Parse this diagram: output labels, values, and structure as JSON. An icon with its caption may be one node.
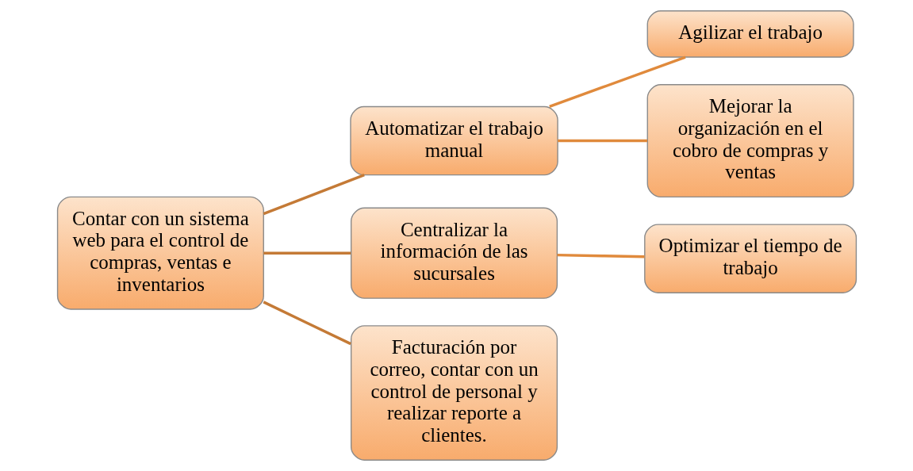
{
  "diagram": {
    "nodes": [
      {
        "text": [
          "Contar con un sistema web para el control de compras, ventas e inventarios"
        ]
      },
      {
        "text": [
          "Automatizar el trabajo manual"
        ]
      },
      {
        "text": [
          "Centralizar la información de las sucursales"
        ]
      },
      {
        "text": [
          "Facturación por correo, contar con un control de personal y realizar reporte a clientes."
        ]
      },
      {
        "text": [
          "Agilizar el trabajo"
        ]
      },
      {
        "text": [
          "Mejorar la organización en el cobro de compras y ventas"
        ]
      },
      {
        "text": [
          "Optimizar el tiempo de trabajo"
        ]
      }
    ],
    "edges": [
      {
        "from": 0,
        "to": 1,
        "arrow": "none"
      },
      {
        "from": 0,
        "to": 2,
        "arrow": "none"
      },
      {
        "from": 0,
        "to": 3,
        "arrow": "none"
      },
      {
        "from": 1,
        "to": 4,
        "arrow": "none",
        "color": "#e08a3c"
      },
      {
        "from": 1,
        "to": 5,
        "arrow": "none",
        "color": "#e08a3c"
      },
      {
        "from": 2,
        "to": 6,
        "arrow": "none",
        "color": "#e08a3c"
      }
    ]
  }
}
